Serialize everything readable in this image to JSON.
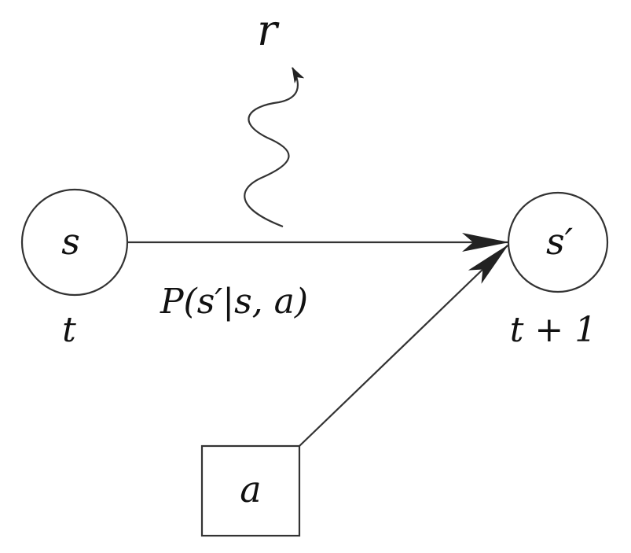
{
  "diagram": {
    "reward_label": "r",
    "state_label": "s",
    "next_state_label": "s′",
    "action_label": "a",
    "transition_label": "P(s′|s, a)",
    "time_label": "t",
    "next_time_label": "t + 1"
  },
  "colors": {
    "line": "#333333",
    "text": "#111111",
    "background": "#ffffff"
  }
}
